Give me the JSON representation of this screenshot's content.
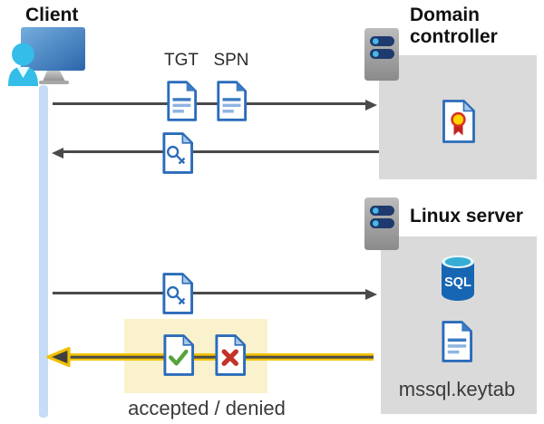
{
  "actors": {
    "client": {
      "label": "Client"
    },
    "domain_controller": {
      "label": "Domain controller"
    },
    "linux_server": {
      "label": "Linux server"
    }
  },
  "messages": {
    "request": {
      "tgt_label": "TGT",
      "spn_label": "SPN"
    },
    "result_caption": "accepted / denied"
  },
  "artifacts": {
    "sql_label": "SQL",
    "keytab_label": "mssql.keytab"
  },
  "icons": [
    "client-workstation-icon",
    "server-icon",
    "document-icon",
    "key-ticket-icon",
    "certificate-icon",
    "sql-database-icon",
    "accepted-document-icon",
    "denied-document-icon"
  ],
  "colors": {
    "doc_border": "#2a6cba",
    "doc_fold_dark": "#3e7cc4",
    "doc_fold_light": "#a9c7e8",
    "line_gray": "#4a4a4a",
    "lifeline_blue": "#c5dcf6",
    "panel_gray": "#dadada",
    "highlight_yellow": "#faf2cc",
    "arrow_yellow": "#f3c300",
    "check_green": "#57a33c",
    "cross_red": "#c23329",
    "sql_blue": "#1766b4",
    "sql_top_cyan": "#35aed6",
    "person_cyan": "#34bde9",
    "monitor_blue": "#2f6cb3",
    "server_pill_navy": "#1e3a6e",
    "server_dot_cyan": "#49b8e8"
  }
}
